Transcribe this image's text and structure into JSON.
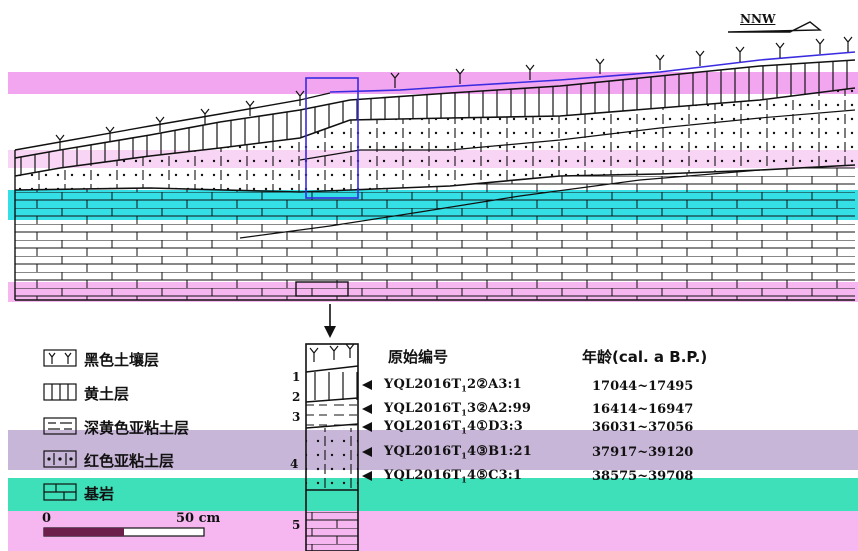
{
  "direction": "NNW",
  "legend": [
    {
      "icon": "black-soil-icon",
      "label": "黑色土壤层"
    },
    {
      "icon": "loess-icon",
      "label": "黄土层"
    },
    {
      "icon": "dark-yellow-clay-icon",
      "label": "深黄色亚粘土层"
    },
    {
      "icon": "red-clay-icon",
      "label": "红色亚粘土层"
    },
    {
      "icon": "bedrock-icon",
      "label": "基岩"
    }
  ],
  "scale": {
    "start": "0",
    "end": "50 cm"
  },
  "table": {
    "header_sample": "原始编号",
    "header_age": "年龄(cal. a B.P.)",
    "rows": [
      {
        "sample_prefix": "YQL2016T",
        "sub": "1",
        "sample_suffix": "2②A3:1",
        "age": "17044~17495"
      },
      {
        "sample_prefix": "YQL2016T",
        "sub": "1",
        "sample_suffix": "3②A2:99",
        "age": "16414~16947"
      },
      {
        "sample_prefix": "YQL2016T",
        "sub": "1",
        "sample_suffix": "4①D3:3",
        "age": "36031~37056"
      },
      {
        "sample_prefix": "YQL2016T",
        "sub": "1",
        "sample_suffix": "4③B1:21",
        "age": "37917~39120"
      },
      {
        "sample_prefix": "YQL2016T",
        "sub": "1",
        "sample_suffix": "4⑤C3:1",
        "age": "38575~39708"
      }
    ]
  },
  "column_layers": [
    "1",
    "2",
    "3",
    "4",
    "5"
  ],
  "colors": {
    "magenta_band": "#f3a6f0",
    "cyan_band": "#34e0e6",
    "purple_band": "#c8b6d8",
    "teal_band": "#3de0b8",
    "pink_bottom": "#f6b6f0",
    "ink": "#111111",
    "boundary_blue": "#3a2be0"
  }
}
